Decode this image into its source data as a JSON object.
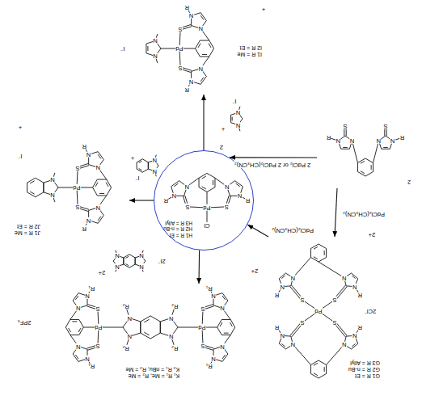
{
  "diagram": {
    "nodes": [
      {
        "text": [
          "G1 R = Et",
          "G2 R = n-Bu",
          "G3 R = Allyl"
        ]
      },
      {
        "text": [
          "K₁ R₁ = Me, R₂ = Me",
          "K₂ R₁ = nBu, R₂ = Me"
        ]
      },
      {
        "text": [
          "2"
        ]
      },
      {
        "text": [
          "H1 R = Et",
          "H2 R = n-Bu",
          "H3 R = Allyl"
        ]
      },
      {
        "text": [
          "J1 R = Me",
          "J2 R = Et"
        ]
      },
      {
        "text": [
          "I1 R = Me",
          "I2 R = Et"
        ]
      }
    ],
    "edges": [
      {
        "from": 2,
        "to": 3,
        "arrow": "to",
        "label": "2 PdCl₂ or 2 PdCl₂(CH₃CN)₂"
      },
      {
        "from": 2,
        "to": 0,
        "arrow": "to",
        "label": "PdCl₂(CH₃CN)₂"
      },
      {
        "from": 0,
        "to": 3,
        "arrow": "to",
        "label": "PdCl₂(CH₃CN)₂"
      },
      {
        "from": 3,
        "to": 1,
        "arrow": "to"
      },
      {
        "from": 3,
        "to": 4,
        "arrow": "to"
      },
      {
        "from": 3,
        "to": 5,
        "arrow": "to"
      }
    ],
    "labels": [
      "Pd",
      "S",
      "S",
      "N",
      "N",
      "N",
      "N",
      "R",
      "R",
      "Cl",
      "Pd",
      "S",
      "S",
      "N",
      "N",
      "N",
      "N",
      "R",
      "R",
      "N",
      "N",
      "+",
      "I⁻",
      "Pd",
      "S",
      "S",
      "N",
      "N",
      "N",
      "N",
      "R",
      "R",
      "N",
      "N",
      "+",
      "I⁻",
      "Pd",
      "S",
      "S",
      "N",
      "N",
      "N",
      "N",
      "R₁",
      "R₁",
      "Pd",
      "S",
      "S",
      "N",
      "N",
      "N",
      "N",
      "R₁",
      "R₁",
      "N",
      "N",
      "N",
      "N",
      "R₂",
      "R₂",
      "R₂",
      "R₂",
      "2+",
      "2PF₆",
      "Pd",
      "S",
      "S",
      "S",
      "S",
      "N",
      "N",
      "N",
      "N",
      "N",
      "N",
      "N",
      "N",
      "R",
      "R",
      "R",
      "R",
      "2+",
      "2Cl⁻",
      "N",
      "N",
      "N",
      "N",
      "S",
      "S",
      "R",
      "R",
      "N",
      "N",
      "+",
      "I⁻",
      "N",
      "N",
      "+",
      "I⁻",
      "N",
      "N",
      "N",
      "N",
      "2+",
      "2I⁻",
      "2"
    ]
  }
}
